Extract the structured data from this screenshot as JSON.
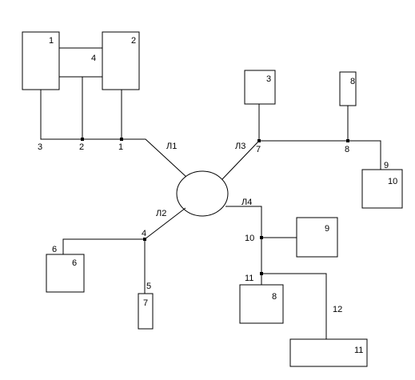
{
  "boxes": [
    {
      "id": "box-a",
      "label": "1"
    },
    {
      "id": "box-b",
      "label": "2"
    },
    {
      "id": "box-c",
      "label": "4"
    },
    {
      "id": "box-d",
      "label": "3"
    },
    {
      "id": "box-e",
      "label": "8"
    },
    {
      "id": "box-f",
      "label": "10"
    },
    {
      "id": "box-g",
      "label": "6"
    },
    {
      "id": "box-h",
      "label": "7"
    },
    {
      "id": "box-i",
      "label": "9"
    },
    {
      "id": "box-j",
      "label": "8"
    },
    {
      "id": "box-k",
      "label": "11"
    }
  ],
  "lines": {
    "l1": "Л1",
    "l2": "Л2",
    "l3": "Л3",
    "l4": "Л4"
  },
  "nodes": {
    "n3": "3",
    "n2": "2",
    "n1": "1",
    "n7": "7",
    "n8": "8",
    "n9": "9",
    "n6": "6",
    "n4": "4",
    "n5": "5",
    "n10": "10",
    "n11": "11",
    "n12": "12"
  }
}
